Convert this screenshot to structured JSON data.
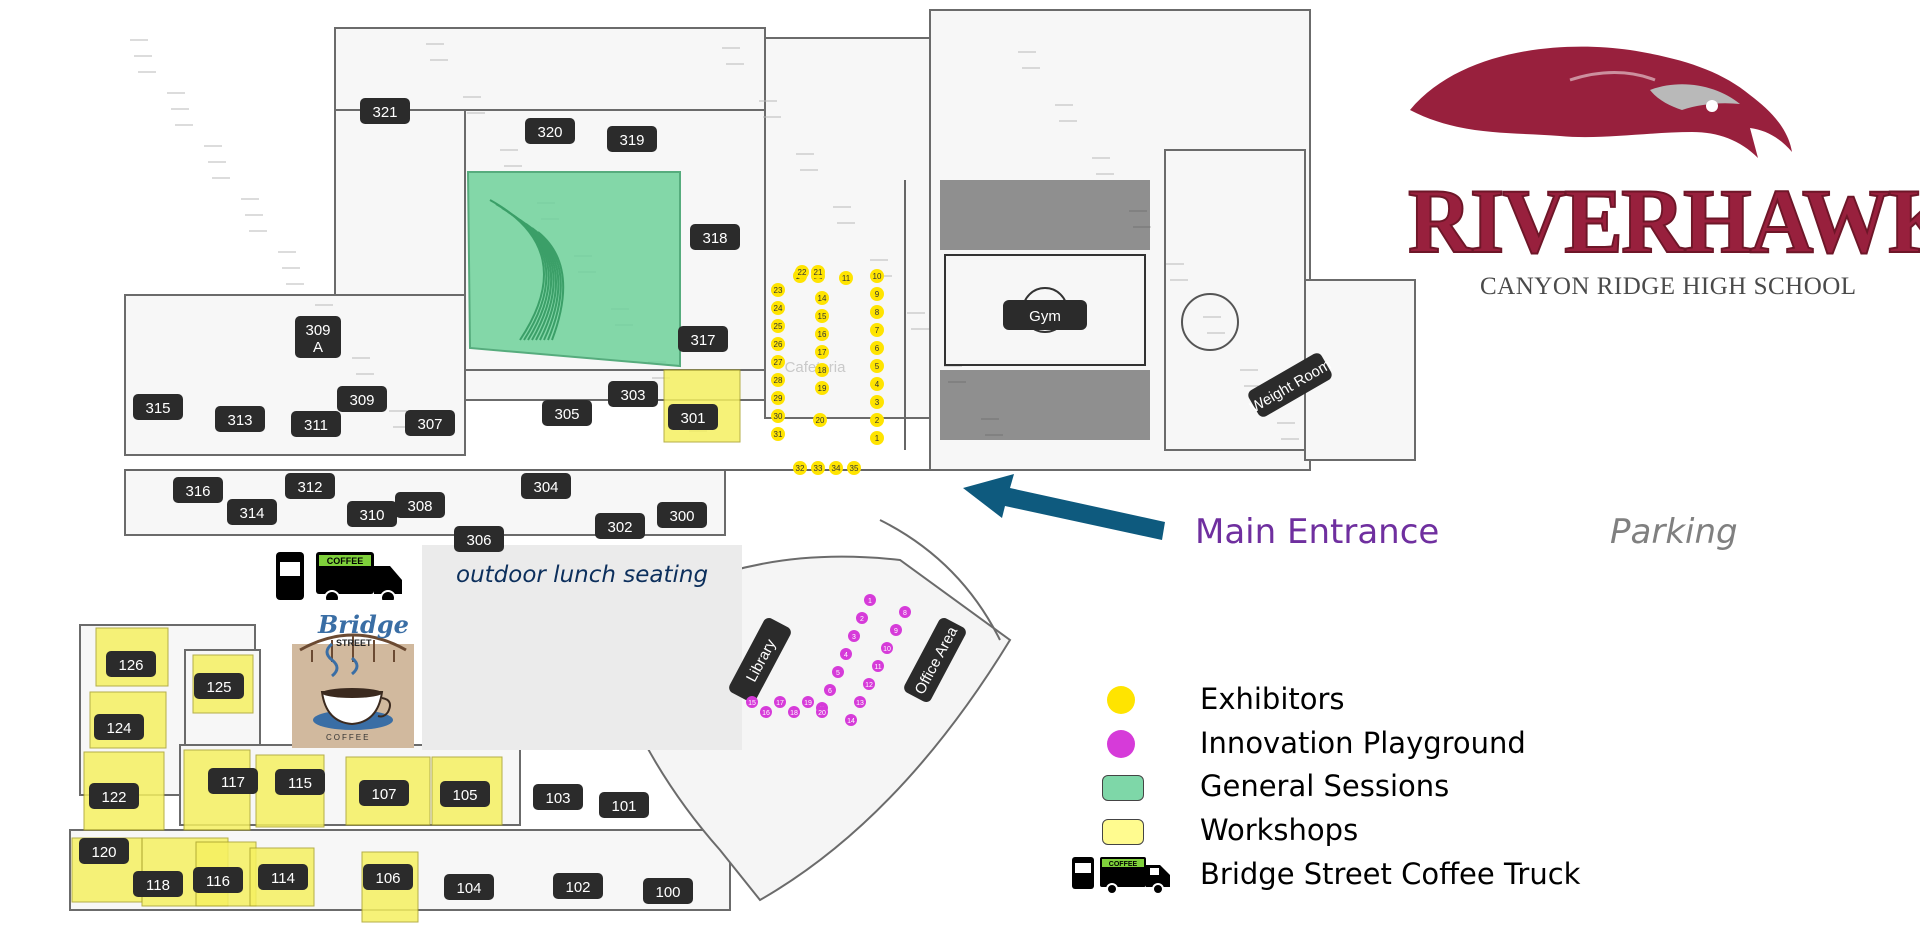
{
  "rooms": [
    "321",
    "320",
    "319",
    "318",
    "317",
    "309 A",
    "315",
    "313",
    "309",
    "311",
    "307",
    "305",
    "303",
    "301",
    "316",
    "314",
    "312",
    "310",
    "308",
    "306",
    "304",
    "302",
    "300",
    "126",
    "125",
    "124",
    "122",
    "117",
    "115",
    "107",
    "105",
    "103",
    "101",
    "120",
    "118",
    "116",
    "114",
    "106",
    "104",
    "102",
    "100"
  ],
  "areas": {
    "gym": "Gym",
    "weight_room": "Weight Room",
    "cafeteria": "Cafeteria",
    "library": "Library",
    "office_area": "Office Area"
  },
  "labels": {
    "main_entrance": "Main Entrance",
    "parking": "Parking",
    "outdoor_lunch": "outdoor lunch seating"
  },
  "logo": {
    "name": "RIVERHAWKS",
    "school": "CANYON RIDGE HIGH SCHOOL",
    "color": "#98203d"
  },
  "coffee": {
    "truck_sign": "COFFEE",
    "brand": "Bridge",
    "brand_sub": "STREET",
    "brand_bottom": "COFFEE"
  },
  "exhibitor_numbers": [
    "1",
    "2",
    "3",
    "4",
    "5",
    "6",
    "7",
    "8",
    "9",
    "10",
    "11",
    "12",
    "13",
    "14",
    "15",
    "16",
    "17",
    "18",
    "19",
    "20",
    "21",
    "22",
    "23",
    "24",
    "25",
    "26",
    "27",
    "28",
    "29",
    "30",
    "31",
    "32",
    "33",
    "34",
    "35"
  ],
  "innovation_numbers": [
    "1",
    "2",
    "3",
    "4",
    "5",
    "6",
    "7",
    "8",
    "9",
    "10",
    "11",
    "12",
    "13",
    "14",
    "15",
    "16",
    "17",
    "18",
    "19",
    "20"
  ],
  "legend": [
    {
      "label": "Exhibitors",
      "type": "dot",
      "color": "#ffe400"
    },
    {
      "label": "Innovation Playground",
      "type": "dot",
      "color": "#d63bd9"
    },
    {
      "label": "General Sessions",
      "type": "box",
      "color": "#7ed7a8"
    },
    {
      "label": "Workshops",
      "type": "box",
      "color": "#fffb8f"
    },
    {
      "label": "Bridge Street Coffee Truck",
      "type": "truck"
    }
  ],
  "colors": {
    "exhibitor": "#ffe400",
    "innovation": "#d63bd9",
    "general_sessions": "#6fd29b",
    "workshops": "#f5f061",
    "entrance_arrow": "#0e5a7e"
  }
}
